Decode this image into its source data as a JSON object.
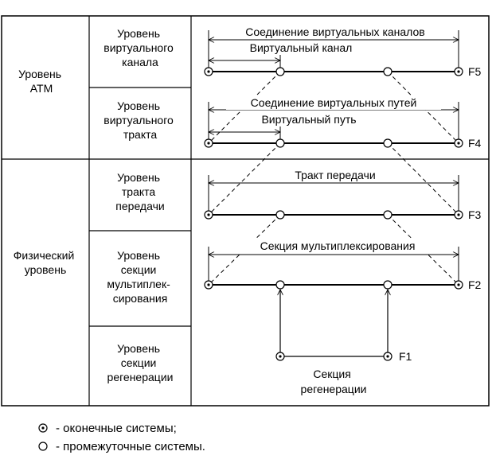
{
  "layers": {
    "atm": [
      "Уровень",
      "ATM"
    ],
    "physical": [
      "Физический",
      "уровень"
    ]
  },
  "sublayers": {
    "virtual_channel": [
      "Уровень",
      "виртуаль­ного",
      "канала"
    ],
    "virtual_path": [
      "Уровень",
      "виртуального",
      "тракта"
    ],
    "transmission_path": [
      "Уровень",
      "тракта",
      "передачи"
    ],
    "multiplex_section": [
      "Уровень",
      "секции",
      "мультиплек-",
      "сирования"
    ],
    "regen_section": [
      "Уровень",
      "секции",
      "регенерации"
    ]
  },
  "annotations": {
    "vcc": "Соединение виртуальных каналов",
    "vc": "Виртуальный канал",
    "vpc": "Соединение виртуальных путей",
    "vp": "Виртуальный путь",
    "tp": "Тракт передачи",
    "ms": "Секция мультиплексирования",
    "rs": [
      "Секция",
      "регенерации"
    ]
  },
  "flows": {
    "f5": "F5",
    "f4": "F4",
    "f3": "F3",
    "f2": "F2",
    "f1": "F1"
  },
  "legend": {
    "end_systems": "- оконечные системы;",
    "intermediate_systems": "- промежуточные системы."
  }
}
